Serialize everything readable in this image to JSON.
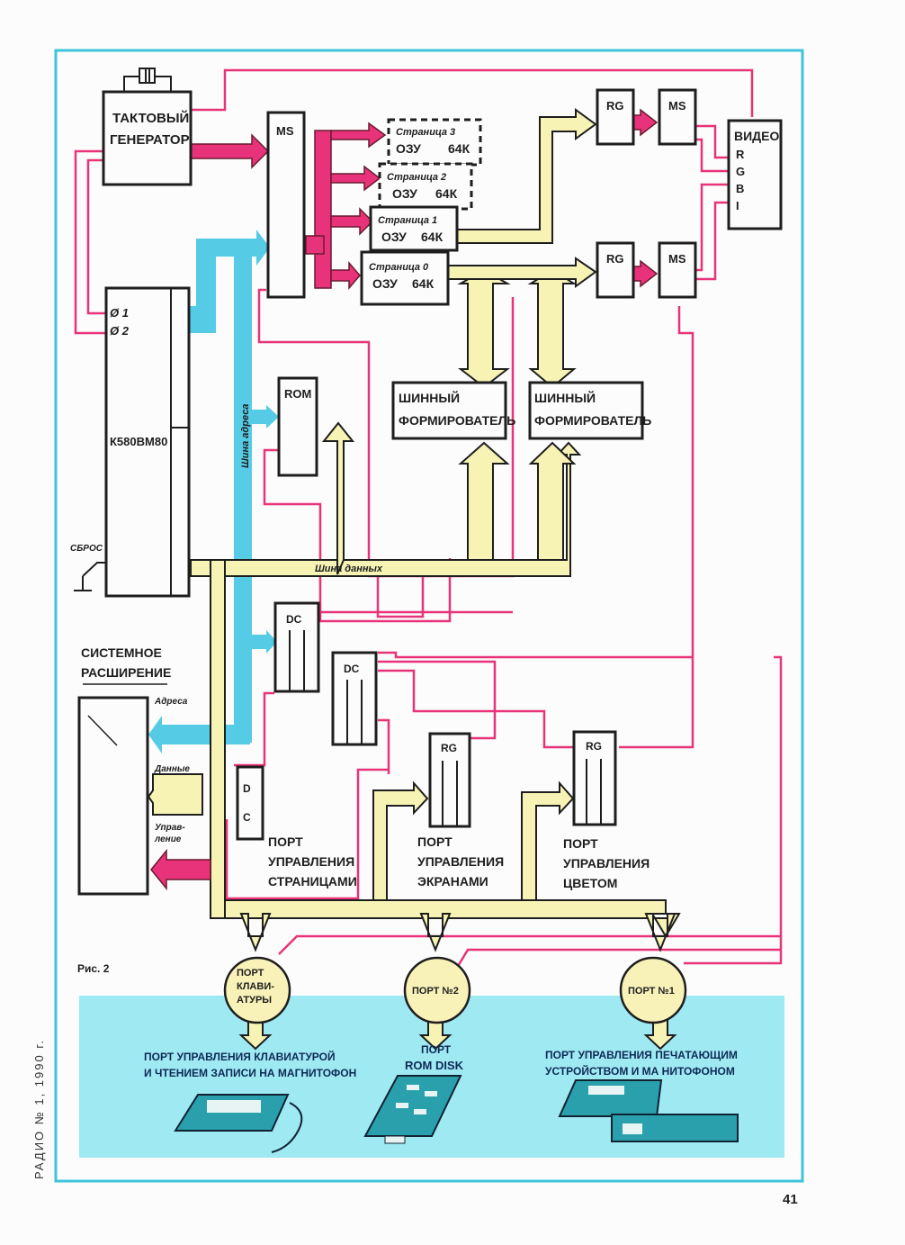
{
  "colors": {
    "frame": "#3ec3dc",
    "address_bus": "#45c6e4",
    "data_bus": "#f6f3b4",
    "control": "#e8337a",
    "ink": "#1e1e1e",
    "panel": "#9fe9f3"
  },
  "clock": {
    "title_l1": "ТАКТОВЫЙ",
    "title_l2": "ГЕНЕРАТОР",
    "crystal_icon": "crystal-oscillator-icon"
  },
  "cpu": {
    "name": "К580ВМ80",
    "phi1": "Ø 1",
    "phi2": "Ø 2",
    "reset": "СБРОС"
  },
  "mux_main": "MS",
  "ram_pages": [
    {
      "title": "Страница 3",
      "l2a": "ОЗУ",
      "l2b": "64К",
      "installed": false
    },
    {
      "title": "Страница 2",
      "l2a": "ОЗУ",
      "l2b": "64К",
      "installed": false
    },
    {
      "title": "Страница 1",
      "l2a": "ОЗУ",
      "l2b": "64К",
      "installed": true
    },
    {
      "title": "Страница 0",
      "l2a": "ОЗУ",
      "l2b": "64К",
      "installed": true
    }
  ],
  "video": {
    "rg1": "RG",
    "ms1": "MS",
    "rg2": "RG",
    "ms2": "MS",
    "title": "ВИДЕО",
    "r": "R",
    "g": "G",
    "b": "B",
    "i": "I"
  },
  "rom": "ROM",
  "bus_drivers": [
    {
      "l1": "ШИННЫЙ",
      "l2": "ФОРМИРОВАТЕЛЬ"
    },
    {
      "l1": "ШИННЫЙ",
      "l2": "ФОРМИРОВАТЕЛЬ"
    }
  ],
  "bus_labels": {
    "address": "Шина адреса",
    "data": "Шина данных"
  },
  "expansion": {
    "l1": "СИСТЕМНОЕ",
    "l2": "РАСШИРЕНИЕ",
    "addr": "Адреса",
    "data": "Данные",
    "ctrl1": "Управ-",
    "ctrl2": "ление"
  },
  "decoders": {
    "dc1": "DC",
    "dc2": "DC",
    "d": "D",
    "c": "C"
  },
  "ports": {
    "pages": {
      "l1": "ПОРТ",
      "l2": "УПРАВЛЕНИЯ",
      "l3": "СТРАНИЦАМИ"
    },
    "screens": {
      "reg": "RG",
      "l1": "ПОРТ",
      "l2": "УПРАВЛЕНИЯ",
      "l3": "ЭКРАНАМИ"
    },
    "color": {
      "reg": "RG",
      "l1": "ПОРТ",
      "l2": "УПРАВЛЕНИЯ",
      "l3": "ЦВЕТОМ"
    }
  },
  "circles": [
    {
      "l1": "ПОРТ",
      "l2": "КЛАВИ-",
      "l3": "АТУРЫ",
      "caption_l1": "ПОРТ УПРАВЛЕНИЯ КЛАВИАТУРОЙ",
      "caption_l2": "И ЧТЕНИЕМ ЗАПИСИ  НА МАГНИТОФОН",
      "device": "keyboard-icon"
    },
    {
      "l1": "ПОРТ №2",
      "caption_l1": "ПОРТ",
      "caption_l2": "ROM DISK",
      "device": "circuit-board-icon"
    },
    {
      "l1": "ПОРТ №1",
      "caption_l1": "ПОРТ УПРАВЛЕНИЯ ПЕЧАТАЮЩИМ",
      "caption_l2": "УСТРОЙСТВОМ И МА НИТОФОНОМ",
      "device": "printer-tape-recorder-icon"
    }
  ],
  "figure_label": "Рис. 2",
  "side_caption": "РАДИО № 1, 1990 г.",
  "page_number": "41"
}
